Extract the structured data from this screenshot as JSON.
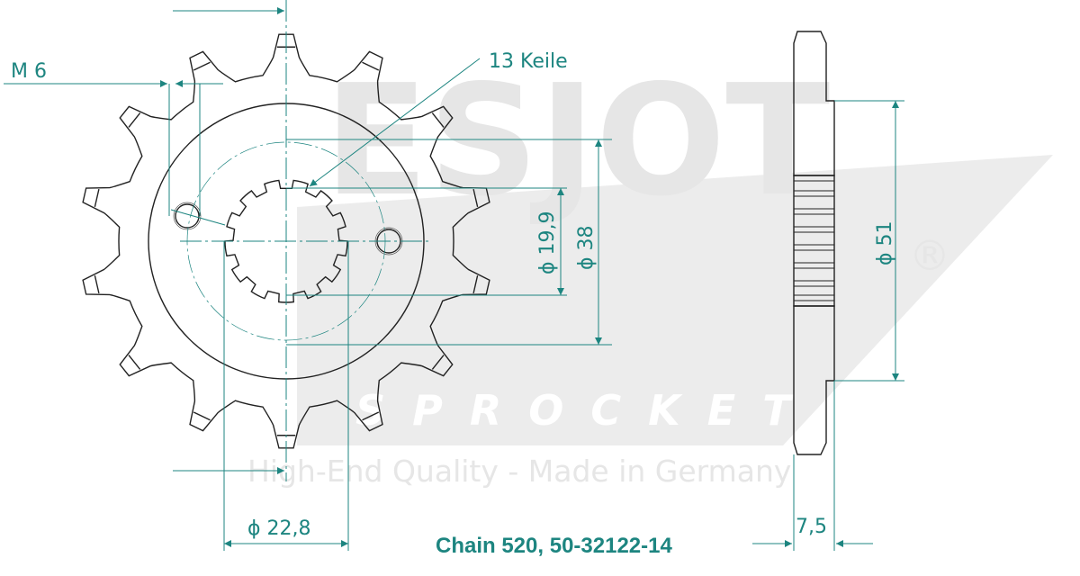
{
  "watermark": {
    "brand": "ESJOT",
    "registered": "®",
    "sub": "SPROCKET",
    "tagline": "High-End Quality - Made in Germany"
  },
  "dimensions": {
    "thread": "M 6",
    "splines": "13 Keile",
    "d_spline": "ϕ 19,9",
    "d_hub_inner": "ϕ 38",
    "d_hub": "ϕ 51",
    "d_bore": "ϕ 22,8",
    "thickness": "7,5"
  },
  "caption": "Chain 520, 50-32122-14",
  "sprocket": {
    "teeth": 14,
    "splines": 13
  },
  "colors": {
    "accent": "#1d8580",
    "line": "#222222"
  }
}
